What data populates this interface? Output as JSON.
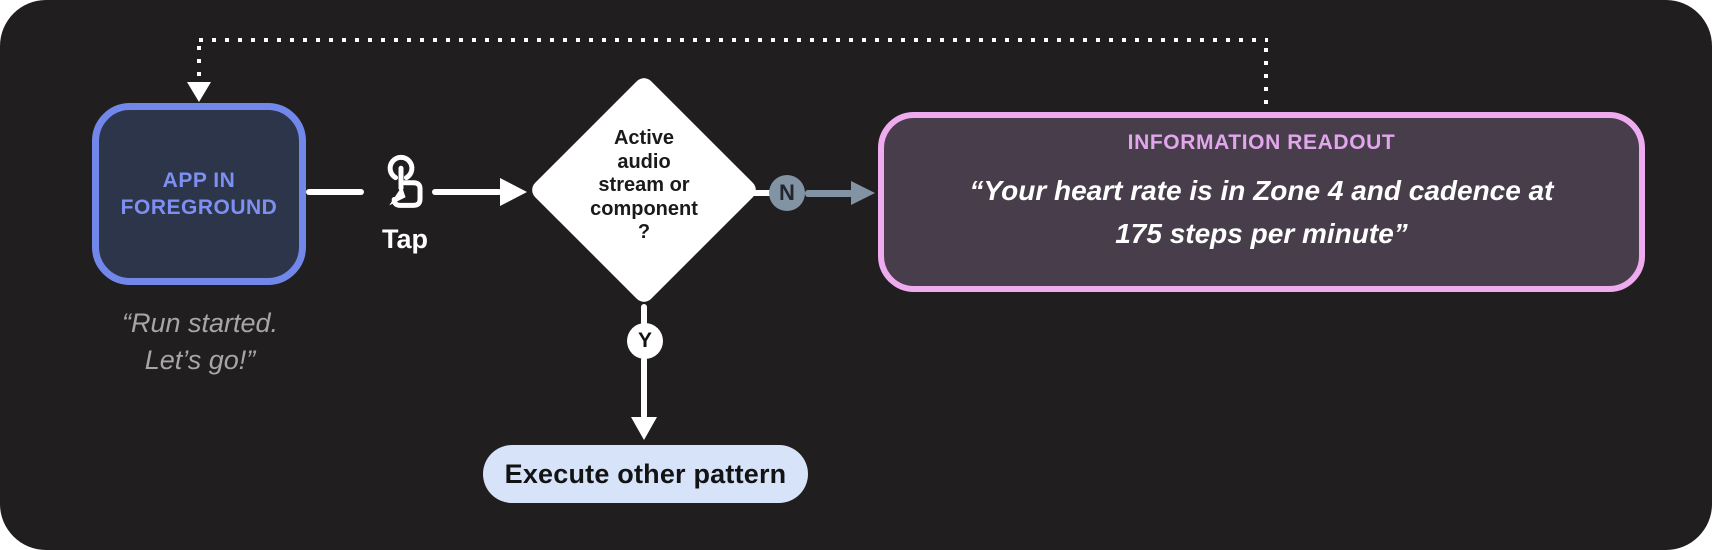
{
  "diagram": {
    "app_box": {
      "label": "APP IN\nFOREGROUND",
      "quote": "“Run started.\nLet’s go!”"
    },
    "tap": {
      "label": "Tap",
      "icon": "tap-gesture-icon"
    },
    "decision": {
      "label": "Active\naudio\nstream or\ncomponent\n?"
    },
    "no_branch": {
      "badge": "N"
    },
    "yes_branch": {
      "badge": "Y"
    },
    "readout": {
      "title": "INFORMATION READOUT",
      "quote": "“Your heart rate is in Zone 4 and cadence at\n175 steps per minute”"
    },
    "execute": {
      "label": "Execute other pattern"
    }
  },
  "colors": {
    "canvas_bg": "#211E1F",
    "page_bg": "#FFFFFF",
    "app_box_border": "#7287EA",
    "app_box_fill": "#2C3549",
    "app_box_text": "#7D90F2",
    "quote_text": "#A6A6A6",
    "flow_line": "#FFFFFF",
    "diamond_fill": "#FFFFFF",
    "diamond_text": "#1A1A1A",
    "no_badge_fill": "#8294A3",
    "no_badge_text": "#23272D",
    "readout_border": "#EFABF0",
    "readout_fill": "#483D4B",
    "readout_title_text": "#E2A6EC",
    "readout_quote_text": "#FFFFFF",
    "yes_badge_fill": "#FFFFFF",
    "yes_badge_text": "#131313",
    "pill_fill": "#D7E3F9",
    "pill_text": "#131313"
  }
}
